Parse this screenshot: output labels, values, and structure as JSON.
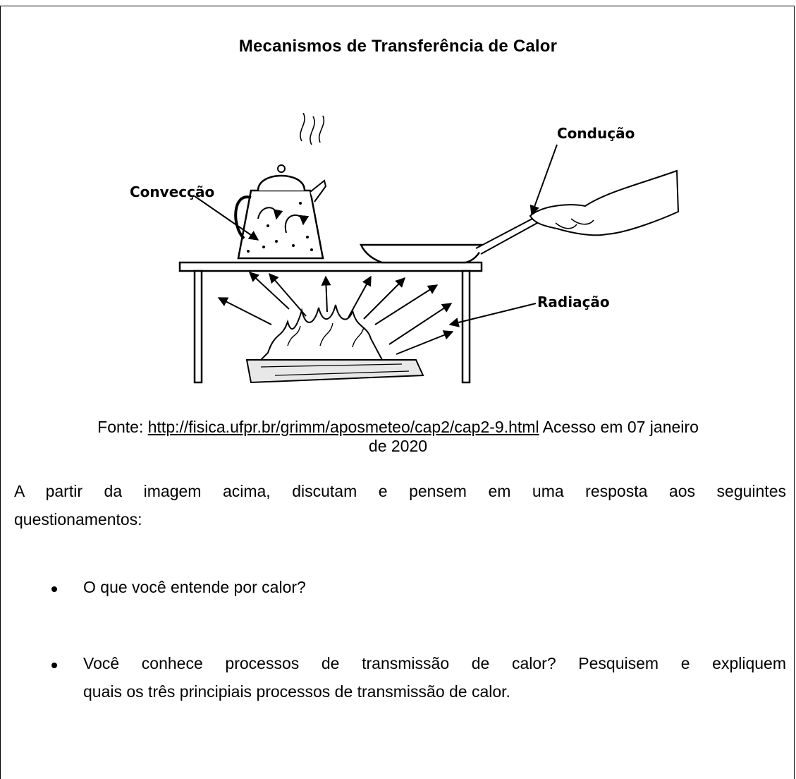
{
  "title": "Mecanismos de Transferência de Calor",
  "figure": {
    "labels": {
      "conveccao": "Convecção",
      "conducao": "Condução",
      "radiacao": "Radiação"
    }
  },
  "source": {
    "prefix": "Fonte: ",
    "link": "http://fisica.ufpr.br/grimm/aposmeteo/cap2/cap2-9.html",
    "suffix_line1": " Acesso em 07 janeiro",
    "suffix_line2": "de  2020"
  },
  "intro": {
    "line1": "A partir da imagem acima, discutam e pensem em uma resposta aos seguintes",
    "line2": "questionamentos:"
  },
  "questions": [
    {
      "text": "O que você entende por calor?"
    },
    {
      "line1": "Você conhece processos de transmissão de calor? Pesquisem e expliquem",
      "line2": "quais os três principiais processos de transmissão de calor."
    }
  ]
}
